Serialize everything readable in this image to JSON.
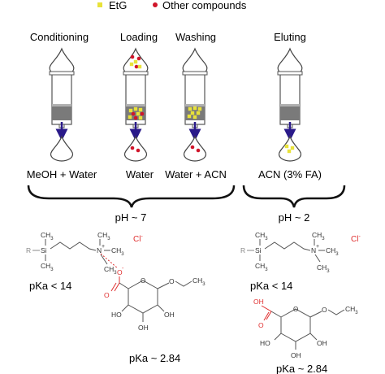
{
  "legend": {
    "etg_label": "EtG",
    "other_label": "Other compounds",
    "etg_color": "#e8e23a",
    "other_color": "#d0152a"
  },
  "steps": [
    {
      "label": "Conditioning",
      "solvent": "MeOH + Water"
    },
    {
      "label": "Loading",
      "solvent": "Water"
    },
    {
      "label": "Washing",
      "solvent": "Water + ACN"
    },
    {
      "label": "Eluting",
      "solvent": "ACN (3% FA)"
    }
  ],
  "ph": {
    "left": "pH ~ 7",
    "right": "pH ~ 2"
  },
  "structures": {
    "sorbent_left": {
      "r": "R",
      "si": "Si",
      "ch3": "CH",
      "sub3": "3",
      "n": "N",
      "plus": "+",
      "cl": "Cl",
      "minus": "-",
      "pka": "pKa < 14"
    },
    "sorbent_right": {
      "r": "R",
      "si": "Si",
      "ch3": "CH",
      "sub3": "3",
      "n": "N",
      "plus": "+",
      "cl": "Cl",
      "minus": "-",
      "pka": "pKa < 14"
    },
    "etg_left": {
      "o": "O",
      "ho": "HO",
      "oh": "OH",
      "minus": "-",
      "ch3": "CH",
      "sub3": "3",
      "pka": "pKa ~ 2.84"
    },
    "etg_right": {
      "o": "O",
      "ho": "HO",
      "oh": "OH",
      "ch3": "CH",
      "sub3": "3",
      "pka": "pKa ~ 2.84"
    }
  },
  "colors": {
    "accent_red": "#e03030",
    "arrow": "#2a1a8a",
    "bed": "#7a7a7a"
  }
}
